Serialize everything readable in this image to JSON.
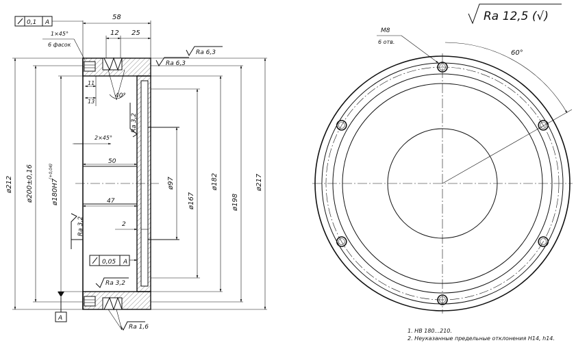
{
  "global_roughness": "Ra 12,5 (√)",
  "section_view": {
    "flatness_tolerance": "0,1",
    "datum_ref_top": "A",
    "chamfer_note_1": "1×45°",
    "chamfer_note_2": "6 фасок",
    "dim_overall_width": "58",
    "dim_12": "12",
    "dim_25": "25",
    "roughness_outer_top": "Ra 6,3",
    "roughness_face_top": "Ra 6,3",
    "dim_11": "11",
    "dim_13": "13",
    "angle_40": "40°",
    "roughness_inner_face": "Ra 3,2",
    "chamfer_2x45": "2×45°",
    "dim_50": "50",
    "dim_47": "47",
    "dim_2": "2",
    "roughness_bore": "Ra 3,2",
    "runout_tolerance": "0,05",
    "datum_ref_runout": "A",
    "roughness_bottom_face": "Ra 3,2",
    "roughness_bottom": "Ra 1,6",
    "datum_label": "A",
    "dia_212": "ø212",
    "dia_200": "ø200±0,16",
    "dia_180": "ø180H7",
    "dia_180_tol": "(+0,04)",
    "dia_97": "ø97",
    "dia_167": "ø167",
    "dia_182": "ø182",
    "dia_198": "ø198",
    "dia_217": "ø217"
  },
  "front_view": {
    "thread_note_1": "M8",
    "thread_note_2": "6 отв.",
    "angle_60": "60°"
  },
  "notes": [
    "1. НВ 180...210.",
    "2. Неуказанные предельные отклонения H14, h14."
  ]
}
